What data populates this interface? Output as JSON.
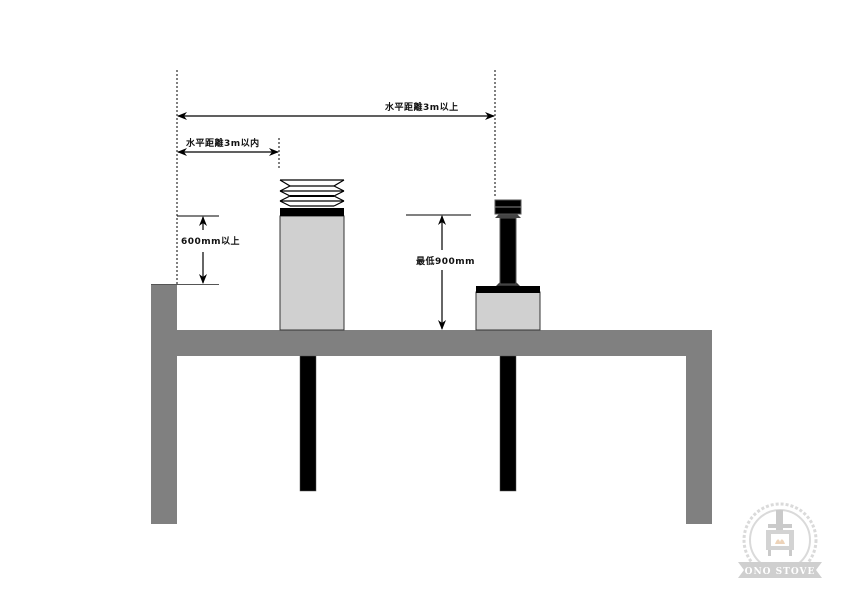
{
  "diagram": {
    "title": "Chimney installation clearance diagram",
    "labels": {
      "horizontal_over_3m": "水平距離3m以上",
      "horizontal_within_3m": "水平距離3m以内",
      "height_600": "600mm以上",
      "height_900": "最低900mm"
    },
    "elements": {
      "roof": "roof-slab",
      "left_parapet": "parapet-wall",
      "right_wall": "right-wall",
      "chimney_near": "louvered chimney top (within 3m)",
      "chimney_far": "capped chimney top (over 3m)"
    },
    "colors": {
      "structure": "#808080",
      "chimney_body": "#d0d0d0",
      "pipe": "#000000",
      "line": "#000000",
      "logo": "#c8c8c8"
    }
  },
  "logo": {
    "text": "ONO STOVE"
  }
}
